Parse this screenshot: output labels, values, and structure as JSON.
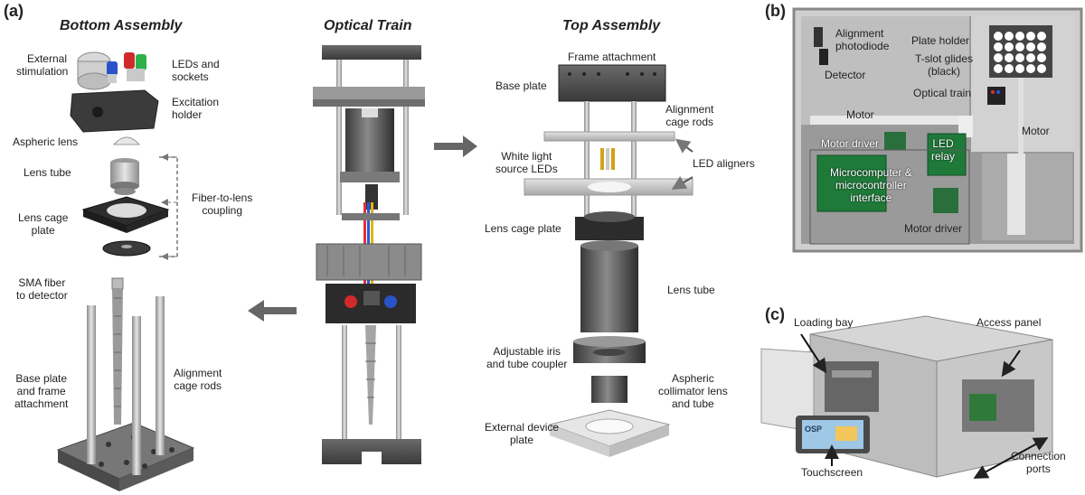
{
  "panels": {
    "a": "(a)",
    "b": "(b)",
    "c": "(c)"
  },
  "sections": {
    "bottom": "Bottom Assembly",
    "optical": "Optical Train",
    "top": "Top Assembly"
  },
  "bottom_labels": {
    "external_stimulation": "External\nstimulation",
    "leds_sockets": "LEDs and\nsockets",
    "excitation_holder": "Excitation\nholder",
    "aspheric_lens": "Aspheric lens",
    "lens_tube": "Lens tube",
    "fiber_to_lens": "Fiber-to-lens\ncoupling",
    "lens_cage_plate": "Lens cage\nplate",
    "sma_fiber": "SMA fiber\nto detector",
    "base_plate_frame": "Base plate\nand frame\nattachment",
    "alignment_cage_rods": "Alignment\ncage rods"
  },
  "top_labels": {
    "frame_attachment": "Frame attachment",
    "base_plate": "Base plate",
    "alignment_cage_rods": "Alignment\ncage rods",
    "white_light": "White light\nsource LEDs",
    "led_aligners": "LED aligners",
    "lens_cage_plate": "Lens cage plate",
    "lens_tube": "Lens tube",
    "adjustable_iris": "Adjustable iris\nand tube coupler",
    "aspheric_collimator": "Aspheric\ncollimator lens\nand tube",
    "external_device_plate": "External device\nplate"
  },
  "b_labels": {
    "alignment_photodiode": "Alignment\nphotodiode",
    "detector": "Detector",
    "plate_holder": "Plate holder",
    "tslot": "T-slot glides\n(black)",
    "optical_train": "Optical train",
    "motor_left": "Motor",
    "motor_right": "Motor",
    "motor_driver_top": "Motor driver",
    "led_relay": "LED\nrelay",
    "microcomputer": "Microcomputer &\nmicrocontroller\ninterface",
    "motor_driver_bottom": "Motor driver"
  },
  "c_labels": {
    "loading_bay": "Loading bay",
    "access_panel": "Access panel",
    "touchscreen": "Touchscreen",
    "connection_ports": "Connection\nports",
    "screen_text": "OSP"
  },
  "colors": {
    "metal_dark": "#4a4a4a",
    "metal_light": "#c8c8c8",
    "pcb": "#1f7a3a",
    "arrow": "#666666"
  }
}
